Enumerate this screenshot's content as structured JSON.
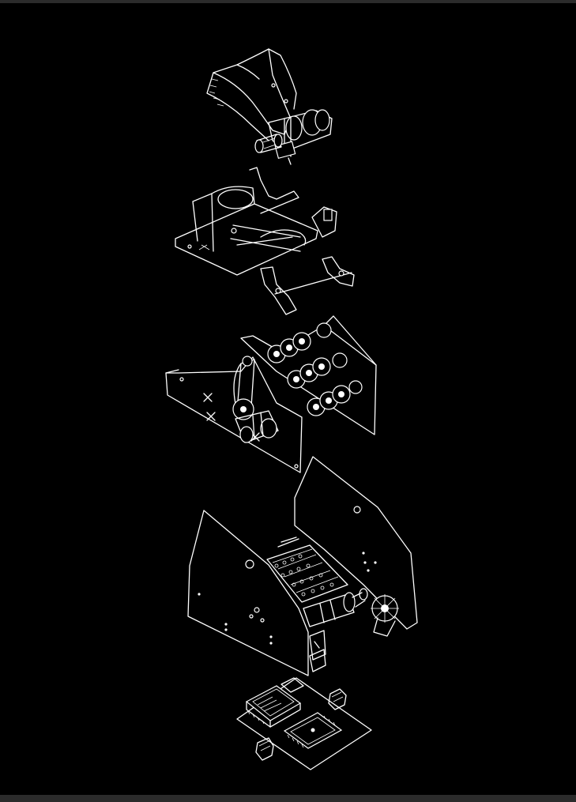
{
  "figure": {
    "background_color": "#000000",
    "line_color": "#ffffff",
    "frame_bar_color": "#2b2b2b",
    "view": "exploded-isometric-assembly",
    "layer_count": 5,
    "layers": [
      {
        "id": "layer-1",
        "parts": [
          "curved-plate",
          "motor",
          "shaft-coupler"
        ]
      },
      {
        "id": "layer-2",
        "parts": [
          "frame-bracket",
          "slide-rails",
          "link-arms"
        ]
      },
      {
        "id": "layer-3",
        "parts": [
          "side-plate",
          "roller-wheels",
          "belt-pulley",
          "motor"
        ]
      },
      {
        "id": "layer-4",
        "parts": [
          "side-plates",
          "roller-assembly",
          "drive-motor",
          "gear"
        ]
      },
      {
        "id": "layer-5",
        "parts": [
          "base-plate",
          "controller-board",
          "driver-board",
          "connectors"
        ]
      }
    ]
  }
}
